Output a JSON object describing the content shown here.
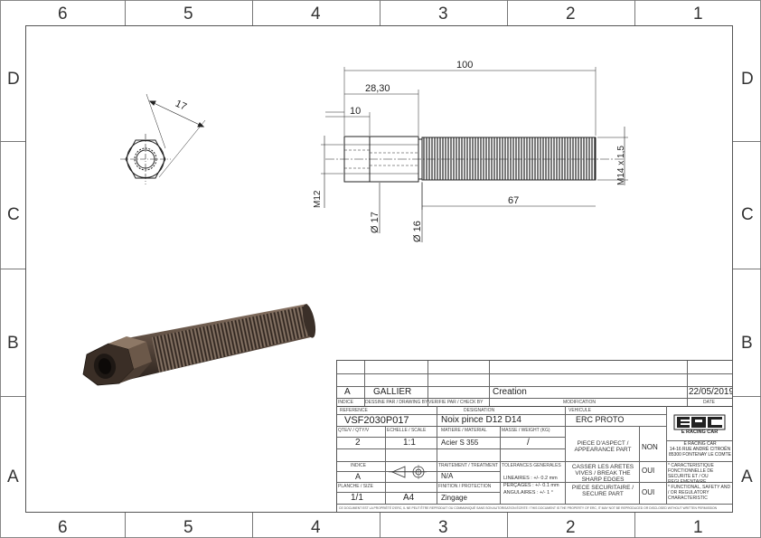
{
  "zones": {
    "cols": [
      "6",
      "5",
      "4",
      "3",
      "2",
      "1"
    ],
    "rows": [
      "D",
      "C",
      "B",
      "A"
    ]
  },
  "dims": {
    "hex_af": "17",
    "overall_length": "100",
    "head_length": "28,30",
    "hex_length": "10",
    "thread_length": "67",
    "thread_spec": "M14 x 1,5",
    "m12": "M12",
    "dia17": "Ø 17",
    "dia16": "Ø 16"
  },
  "revision": {
    "indice": "A",
    "drawn_by": "GALLIER",
    "modification": "Creation",
    "date": "22/05/2019",
    "h_indice": "INDICE",
    "h_drawn": "DESSINE PAR / DRAWING BY",
    "h_check": "VERIFIE PAR / CHECK BY",
    "h_modif": "MODIFICATION",
    "h_date": "DATE"
  },
  "title_block": {
    "h_reference": "REFERENCE",
    "reference": "VSF2030P017",
    "h_designation": "DESIGNATION",
    "designation": "Noix pince D12 D14",
    "h_vehicule": "VEHICULE",
    "vehicule": "ERC PROTO",
    "h_qty": "QTE/V / QTY/V",
    "qty": "2",
    "h_scale": "ECHELLE / SCALE",
    "scale": "1:1",
    "h_material": "MATIERE / MATERIAL",
    "material": "Acier S 355",
    "h_mass": "MASSE / WEIGHT (KG)",
    "mass": "/",
    "appearance_label": "PIECE D'ASPECT / APPEARANCE PART",
    "appearance_val": "NON",
    "h_indice": "INDICE",
    "indice": "A",
    "h_treatment": "TRAITEMENT / TREATMENT",
    "treatment": "N/A",
    "h_tolerances": "TOLERANCES GENERALES",
    "tolerances": "LINEAIRES : +/- 0.2 mm\nPERÇAGES : +/- 0.1 mm\nANGULAIRES : +/- 1 °",
    "edges_label": "CASSER LES ARETES VIVES / BREAK THE SHARP EDGES",
    "edges_val": "OUI",
    "safety_label": "PIECE SECURITAIRE / SECURE PART",
    "safety_val": "OUI",
    "h_sheet": "PLANCHE / SIZE",
    "sheet": "1/1",
    "size": "A4",
    "h_finish": "FINITION / PROTECTION",
    "finish": "Zingage",
    "logo_text": "E RACING CAR",
    "company": "E RACING CAR\n14-16 RUE ANDRÉ CITROËN\n85300 FONTENAY LE COMTE",
    "note": "* CARACTERISTIQUE FONCTIONNELLE DE SECURITE ET / OU REGLEMENTAIRE\n* FUNCTIONAL, SAFETY AND / OR REGULATORY CHARACTERISTIC",
    "footer": "CE DOCUMENT EST LA PROPRIÉTÉ D'ERC, IL NE PEUT ÊTRE REPRODUIT OU COMMUNIQUÉ SANS SON AUTORISATION ÉCRITE / THIS DOCUMENT IS THE PROPERTY OF ERC, IT MAY NOT BE REPRODUCED OR DISCLOSED WITHOUT WRITTEN PERMISSION"
  }
}
